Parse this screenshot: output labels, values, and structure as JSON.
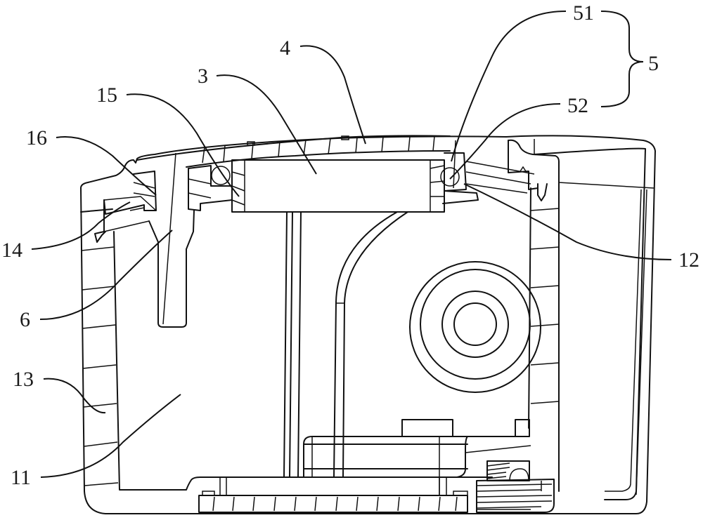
{
  "figure": {
    "type": "patent cross-section drawing",
    "line_color": "#111111",
    "background": "#ffffff"
  },
  "labels": {
    "l3": "3",
    "l4": "4",
    "l5": "5",
    "l51": "51",
    "l52": "52",
    "l6": "6",
    "l11": "11",
    "l12": "12",
    "l13": "13",
    "l14": "14",
    "l15": "15",
    "l16": "16"
  }
}
